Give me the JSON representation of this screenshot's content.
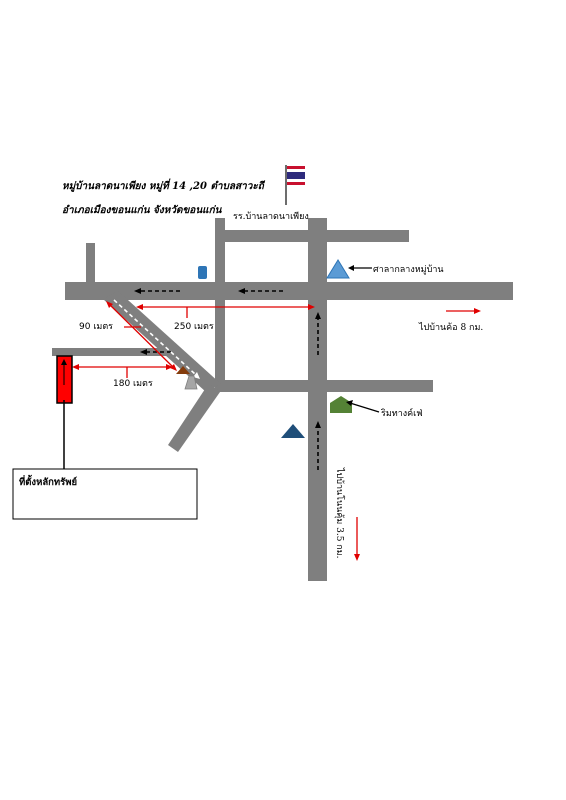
{
  "title": {
    "line1": "หมู่บ้านลาดนาเพียง หมู่ที่ 14 ,20 ตำบลสาวะถี",
    "line2": "อำเภอเมืองขอนแก่น จังหวัดขอนแก่น"
  },
  "labels": {
    "school": "รร.บ้านลาดนาเพียง",
    "village_hall": "ศาลากลางหมู่บ้าน",
    "cafe": "ริมทางค์เฟ่",
    "to_ban_kho": "ไปบ้านค้อ  8 กม.",
    "to_ban_nong_khun": "ไปบ้านโนนคุ้ม 3.5 กม.",
    "property_location": "ที่ตั้งหลักทรัพย์"
  },
  "distances": {
    "d90": "90 เมตร",
    "d250": "250 เมตร",
    "d180": "180 เมตร"
  },
  "colors": {
    "road": "#7f7f7f",
    "property": "#ff0000",
    "arrow_red": "#e00000",
    "village_hall_icon": "#5b9bd5",
    "cafe_icon": "#548235",
    "landmark_navy": "#1f4e79"
  },
  "icons": [
    "thai-flag-icon",
    "village-hall-icon",
    "cafe-icon",
    "water-tank-icon",
    "landmark-icon",
    "property-marker-icon"
  ]
}
